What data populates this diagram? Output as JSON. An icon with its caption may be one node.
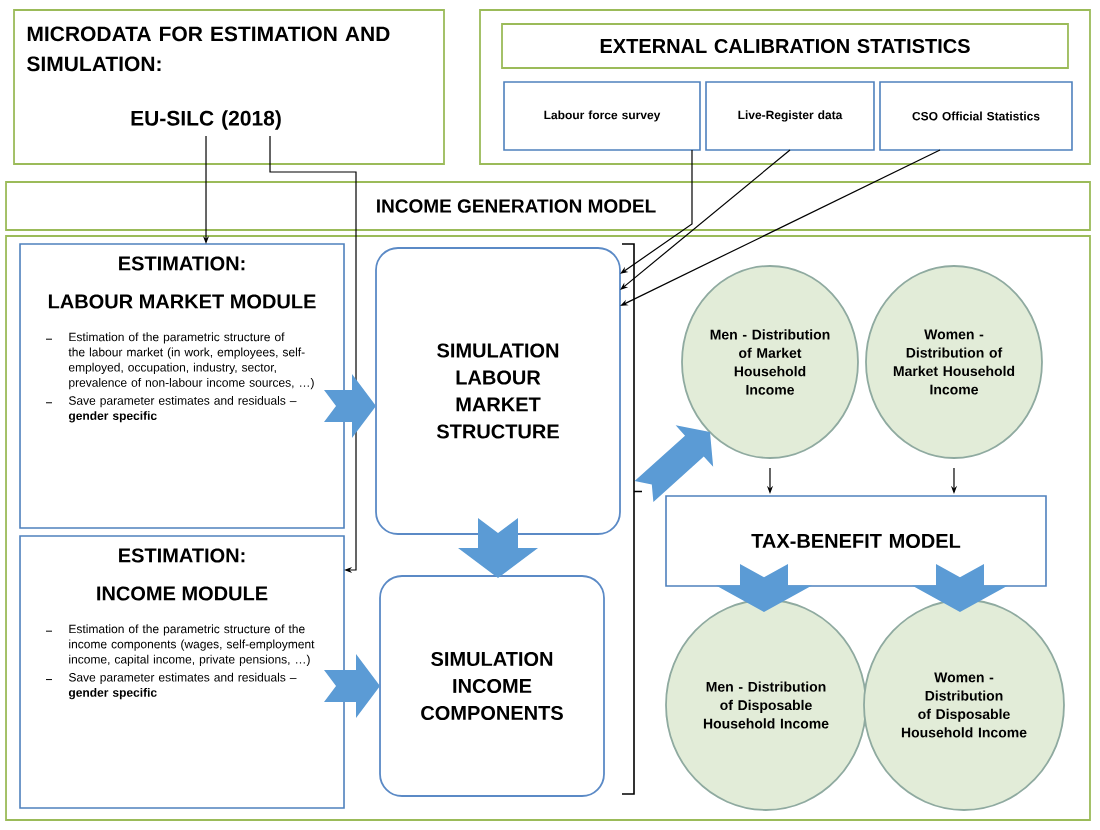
{
  "diagram": {
    "nodes": [
      {
        "text": [
          "MICRODATA FOR ESTIMATION AND SIMULATION:"
        ]
      },
      {
        "text": [
          "EU-SILC (2018)"
        ],
        "in": 0
      },
      {
        "text": [],
        "shape": "box"
      },
      {
        "text": [
          "EXTERNAL CALIBRATION STATISTICS"
        ],
        "in": 2
      },
      {
        "text": [
          "Labour force survey"
        ],
        "in": 2
      },
      {
        "text": [
          "Live-Register data"
        ],
        "in": 2
      },
      {
        "text": [
          "CSO Official Statistics"
        ],
        "in": 2
      },
      {
        "text": [
          "INCOME GENERATION MODEL"
        ]
      },
      {
        "text": [
          "ESTIMATION:",
          "LABOUR MARKET MODULE",
          "Estimation of the parametric structure of the labour market (in work, employees, self-employed, occupation, industry, sector, prevalence of non-labour income sources, …)",
          "Save parameter estimates and residuals – **gender specific**"
        ],
        "in": 7
      },
      {
        "text": [
          "ESTIMATION:",
          "INCOME MODULE",
          "Estimation of the parametric structure of the income components (wages, self-employment income, capital income, private pensions, …)",
          "Save parameter estimates and residuals – **gender specific**"
        ],
        "in": 7
      },
      {
        "text": [
          "SIMULATION LABOUR MARKET STRUCTURE"
        ],
        "in": 7
      },
      {
        "text": [
          "SIMULATION INCOME COMPONENTS"
        ],
        "in": 7
      },
      {
        "text": [
          "Men - Distribution of Market Household Income"
        ],
        "in": 7
      },
      {
        "text": [
          "Women - Distribution of Market Household Income"
        ],
        "in": 7
      },
      {
        "text": [
          "TAX-BENEFIT MODEL"
        ],
        "in": 7
      },
      {
        "text": [
          "Men - Distribution of Disposable Household Income"
        ],
        "in": 7
      },
      {
        "text": [
          "Women - Distribution of Disposable Household Income"
        ],
        "in": 7
      }
    ],
    "edges": [
      {
        "from": 1,
        "to": 8,
        "arrow": "to"
      },
      {
        "from": 1,
        "to": 9,
        "arrow": "to"
      },
      {
        "from": 4,
        "to": 10,
        "arrow": "to"
      },
      {
        "from": 5,
        "to": 10,
        "arrow": "to"
      },
      {
        "from": 6,
        "to": 10,
        "arrow": "to"
      },
      {
        "from": 8,
        "to": 10,
        "arrow": "to",
        "style": "thick",
        "color": "#5b9bd5"
      },
      {
        "from": 9,
        "to": 11,
        "arrow": "to",
        "style": "thick",
        "color": "#5b9bd5"
      },
      {
        "from": 10,
        "to": 11,
        "arrow": "to",
        "style": "thick",
        "color": "#5b9bd5"
      },
      {
        "from": 10,
        "to": 12,
        "arrow": "to",
        "style": "thick",
        "color": "#5b9bd5"
      },
      {
        "from": 11,
        "to": 12,
        "arrow": "to",
        "style": "thick",
        "color": "#5b9bd5"
      },
      {
        "from": 12,
        "to": 14,
        "arrow": "to"
      },
      {
        "from": 13,
        "to": 14,
        "arrow": "to"
      },
      {
        "from": 14,
        "to": 15,
        "arrow": "to",
        "style": "thick",
        "color": "#5b9bd5"
      },
      {
        "from": 14,
        "to": 16,
        "arrow": "to",
        "style": "thick",
        "color": "#5b9bd5"
      }
    ]
  }
}
